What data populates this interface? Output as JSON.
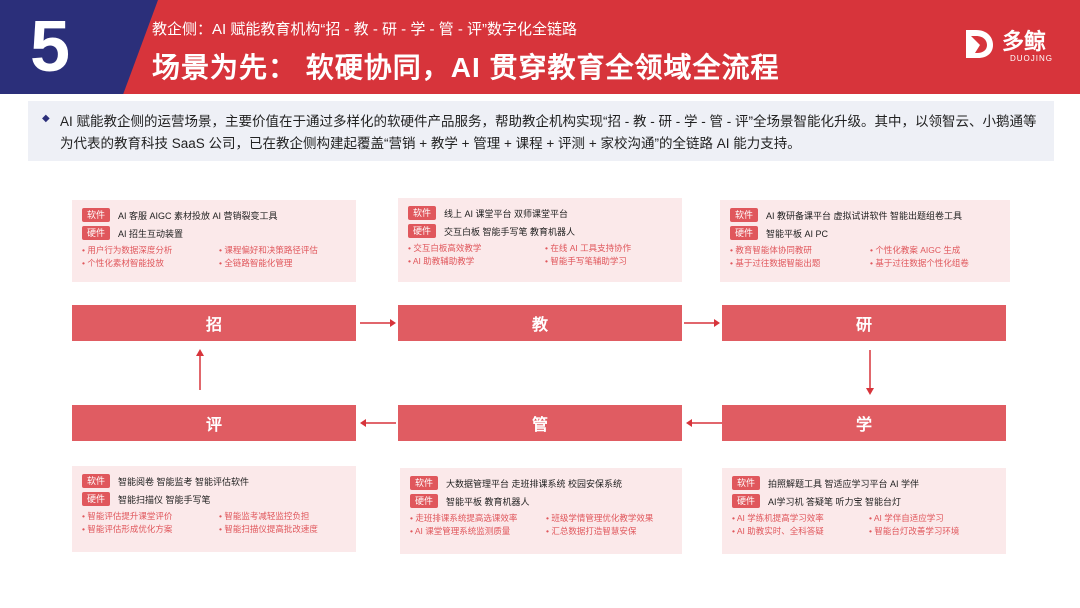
{
  "header": {
    "number": "5",
    "subtitle": "教企侧：AI 赋能教育机构“招 - 教 - 研 - 学 - 管 - 评”数字化全链路",
    "title": "场景为先： 软硬协同，AI 贯穿教育全领域全流程",
    "logo_cn": "多鲸",
    "logo_en": "DUOJING"
  },
  "intro": "AI 赋能教企侧的运营场景，主要价值在于通过多样化的软硬件产品服务，帮助教企机构实现“招 - 教 - 研 - 学 - 管 - 评”全场景智能化升级。其中，以领智云、小鹅通等为代表的教育科技 SaaS 公司，已在教企侧构建起覆盖“营销 + 教学 + 管理 + 课程 + 评测 + 家校沟通”的全链路 AI 能力支持。",
  "labels": {
    "software": "软件",
    "hardware": "硬件"
  },
  "stages": [
    "招",
    "教",
    "研",
    "学",
    "管",
    "评"
  ],
  "boxes": {
    "zhao": {
      "software": "AI 客服    AIGC 素材投放    AI 营销裂变工具",
      "hardware": "AI 招生互动装置",
      "bullets": [
        "• 用户行为数据深度分析",
        "• 课程偏好和决策路径评估",
        "• 个性化素材智能投放",
        "• 全链路智能化管理"
      ]
    },
    "jiao": {
      "software": "线上 AI 课堂平台   双师课堂平台",
      "hardware": "交互白板   智能手写笔   教育机器人",
      "bullets": [
        "• 交互白板高效教学",
        "• 在线 AI 工具支持协作",
        "• AI 助教辅助教学",
        "• 智能手写笔辅助学习"
      ]
    },
    "yan": {
      "software": "AI 教研备课平台   虚拟试讲软件  智能出题组卷工具",
      "hardware": "智能平板    AI PC",
      "bullets": [
        "• 教育智能体协同教研",
        "• 个性化教案 AIGC 生成",
        "• 基于过往数据智能出题",
        "• 基于过往数据个性化组卷"
      ]
    },
    "ping": {
      "software": "智能阅卷  智能监考  智能评估软件",
      "hardware": "智能扫描仪  智能手写笔",
      "bullets": [
        "• 智能评估提升课堂评价",
        "• 智能监考减轻监控负担",
        "• 智能评估形成优化方案",
        "• 智能扫描仪提高批改速度"
      ]
    },
    "guan": {
      "software": "大数据管理平台   走班排课系统   校园安保系统",
      "hardware": "智能平板   教育机器人",
      "bullets": [
        "• 走班排课系统提高选课效率",
        "• 班级学情管理优化教学效果",
        "• AI 课堂管理系统监测质量",
        "• 汇总数据打造智慧安保"
      ]
    },
    "xue": {
      "software": "拍照解题工具   智适应学习平台   AI 学伴",
      "hardware": "AI学习机    答疑笔    听力宝    智能台灯",
      "bullets": [
        "• AI 学练机提高学习效率",
        "• AI 学伴自适应学习",
        "• AI 助教实时、全科答疑",
        "• 智能台灯改善学习环境"
      ]
    }
  },
  "colors": {
    "primary_red": "#d7343b",
    "navy": "#2b2f7a",
    "stage_red": "#e05c62",
    "box_pink": "#fbe9ea"
  }
}
